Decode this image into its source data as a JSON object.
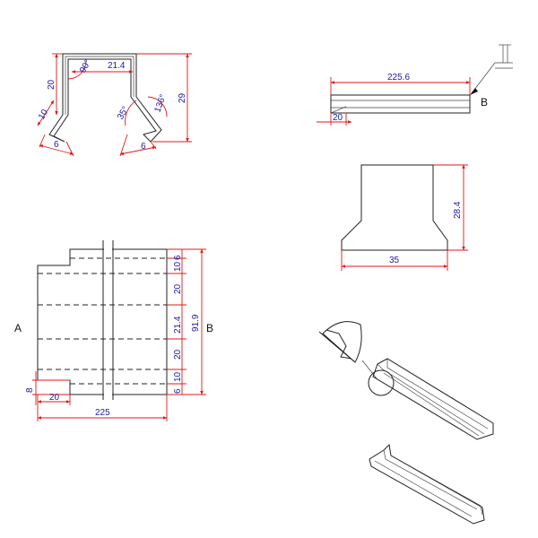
{
  "profile": {
    "top_width": "21.4",
    "left_height": "20",
    "total_height": "29",
    "angle_top": "90°",
    "angle_side": "35°",
    "angle_lip": "136°",
    "lip_left": "10",
    "foot_left": "6",
    "foot_right": "6"
  },
  "side_view": {
    "length": "225.6",
    "offset": "20",
    "section_label": "B"
  },
  "trapezoid": {
    "height": "28.4",
    "width": "35"
  },
  "flat": {
    "label_a": "A",
    "label_b": "B",
    "seg_1": "6",
    "seg_2": "10",
    "seg_3": "20",
    "seg_4": "21.4",
    "seg_5": "20",
    "seg_6": "10",
    "seg_7": "6",
    "total": "91.9",
    "notch_height": "8",
    "notch_width": "20",
    "total_width": "225"
  }
}
